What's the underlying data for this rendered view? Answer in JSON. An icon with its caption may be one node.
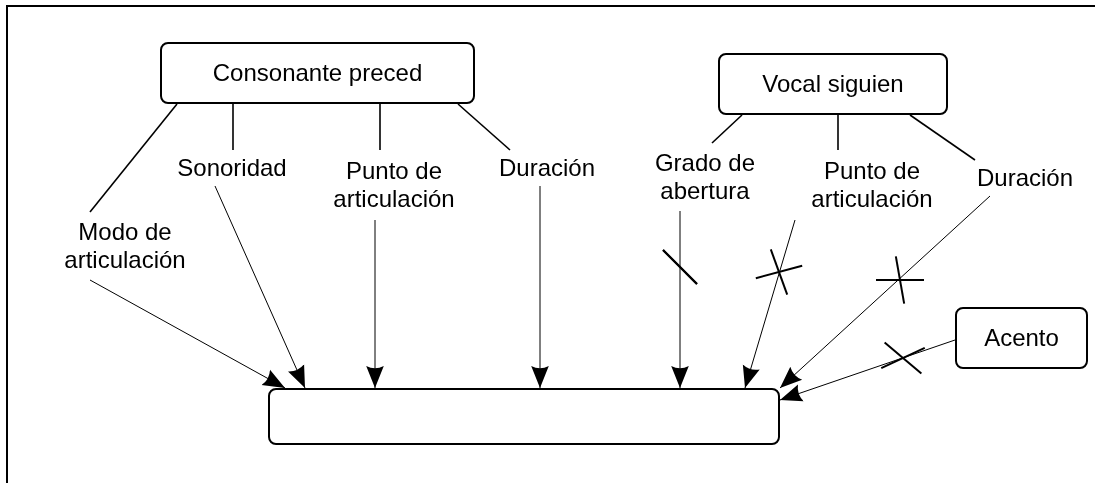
{
  "diagram": {
    "nodes": [
      {
        "text": [
          "Consonante preced"
        ]
      },
      {
        "text": [
          "Vocal siguien"
        ]
      },
      {
        "text": [
          "Modo de articulación"
        ]
      },
      {
        "text": [
          "Sonoridad"
        ]
      },
      {
        "text": [
          "Punto de articulación"
        ]
      },
      {
        "text": [
          "Duración"
        ]
      },
      {
        "text": [
          "Grado de abertura"
        ]
      },
      {
        "text": [
          "Punto de articulación"
        ]
      },
      {
        "text": [
          "Duración"
        ]
      },
      {
        "text": [
          "Acento"
        ]
      },
      {
        "text": [],
        "shape": "box"
      }
    ],
    "edges": [
      {
        "from": 0,
        "to": 2,
        "arrow": "none"
      },
      {
        "from": 0,
        "to": 3,
        "arrow": "none"
      },
      {
        "from": 0,
        "to": 4,
        "arrow": "none"
      },
      {
        "from": 0,
        "to": 5,
        "arrow": "none"
      },
      {
        "from": 1,
        "to": 6,
        "arrow": "none"
      },
      {
        "from": 1,
        "to": 7,
        "arrow": "none"
      },
      {
        "from": 1,
        "to": 8,
        "arrow": "none"
      },
      {
        "from": 2,
        "to": 10,
        "arrow": "to"
      },
      {
        "from": 3,
        "to": 10,
        "arrow": "to"
      },
      {
        "from": 4,
        "to": 10,
        "arrow": "to"
      },
      {
        "from": 5,
        "to": 10,
        "arrow": "to"
      },
      {
        "from": 6,
        "to": 10,
        "arrow": "to"
      },
      {
        "from": 7,
        "to": 10,
        "arrow": "to"
      },
      {
        "from": 8,
        "to": 10,
        "arrow": "to"
      },
      {
        "from": 9,
        "to": 10,
        "arrow": "to"
      }
    ]
  }
}
